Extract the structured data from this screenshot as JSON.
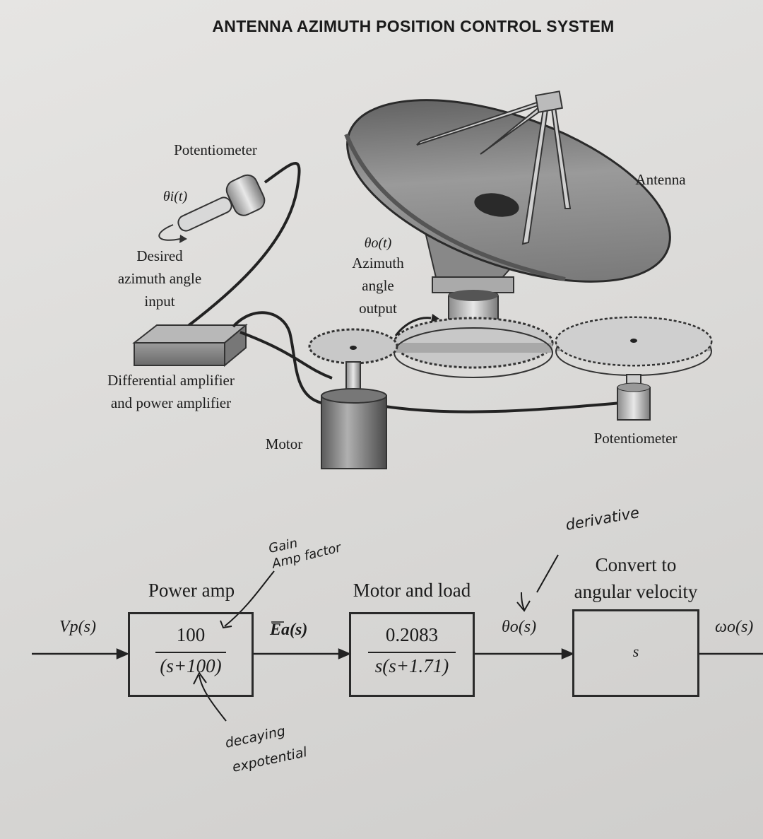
{
  "title": "ANTENNA AZIMUTH POSITION CONTROL SYSTEM",
  "illustration": {
    "potentiometer_left": "Potentiometer",
    "theta_i": "θi(t)",
    "desired_input": [
      "Desired",
      "azimuth angle",
      "input"
    ],
    "theta_o": "θo(t)",
    "azimuth_output": [
      "Azimuth",
      "angle",
      "output"
    ],
    "antenna": "Antenna",
    "amplifier": [
      "Differential amplifier",
      "and power amplifier"
    ],
    "motor": "Motor",
    "potentiometer_right": "Potentiometer"
  },
  "block_diagram": {
    "input_signal": "Vp(s)",
    "blocks": [
      {
        "heading": "Power amp",
        "numerator": "100",
        "denominator": "(s+100)"
      },
      {
        "heading": "Motor and load",
        "numerator": "0.2083",
        "denominator": "s(s+1.71)"
      },
      {
        "heading": [
          "Convert to",
          "angular velocity"
        ],
        "expression": "s"
      }
    ],
    "signal_1": "Ea(s)",
    "signal_2": "θo(s)",
    "output_signal": "ωo(s)"
  },
  "handwritten": {
    "gain": "Gain",
    "amp_factor": "Amp factor",
    "derivative": "derivative",
    "decaying": "decaying",
    "expotential": "expotential"
  },
  "colors": {
    "ink": "#1c1c1c",
    "paper": "#dedddb"
  }
}
